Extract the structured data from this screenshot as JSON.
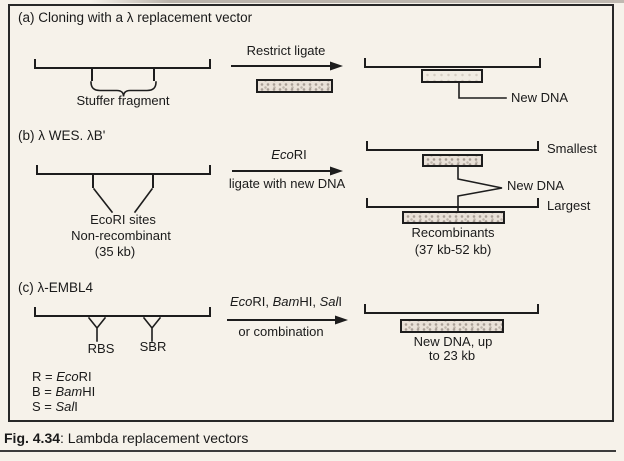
{
  "figure": {
    "caption": {
      "bold": "Fig. 4.34",
      "rest": ": Lambda replacement vectors"
    }
  },
  "colors": {
    "background": "#f6f2ea",
    "ink": "#1d1d1d",
    "stipple_fill": "#e9e1d8",
    "frame": "#282828"
  },
  "section_a": {
    "heading": "(a) Cloning with a λ replacement vector",
    "arrow_label": "Restrict ligate",
    "stuffer_label": "Stuffer fragment",
    "new_dna_label": "New DNA"
  },
  "section_b": {
    "heading": "(b) λ WES. λB'",
    "arrow_label_top": [
      {
        "t": "Eco"
      },
      {
        "t": "RI"
      }
    ],
    "arrow_label_bottom": "ligate with new DNA",
    "ecori_sites_label": "EcoRI sites",
    "non_recombinant_label": "Non-recombinant",
    "non_recombinant_size": "(35 kb)",
    "smallest_label": "Smallest",
    "largest_label": "Largest",
    "new_dna_label": "New DNA",
    "recombinants_label": "Recombinants",
    "recombinants_size": "(37 kb-52 kb)"
  },
  "section_c": {
    "heading": "(c) λ-EMBL4",
    "arrow_label_top": [
      {
        "t": "Eco"
      },
      {
        "t": "RI, "
      },
      {
        "t": "Bam"
      },
      {
        "t": "HI, "
      },
      {
        "t": "Sal"
      },
      {
        "t": "I"
      }
    ],
    "arrow_label_bottom": "or combination",
    "site_labels": {
      "left": "RBS",
      "right": "SBR"
    },
    "new_dna_line1": "New DNA, up",
    "new_dna_line2": "to 23 kb",
    "legend": [
      {
        "key": "R = ",
        "italic": "Eco",
        "rest": "RI"
      },
      {
        "key": "B = ",
        "italic": "Bam",
        "rest": "HI"
      },
      {
        "key": "S = ",
        "italic": "Sal",
        "rest": "I"
      }
    ]
  }
}
